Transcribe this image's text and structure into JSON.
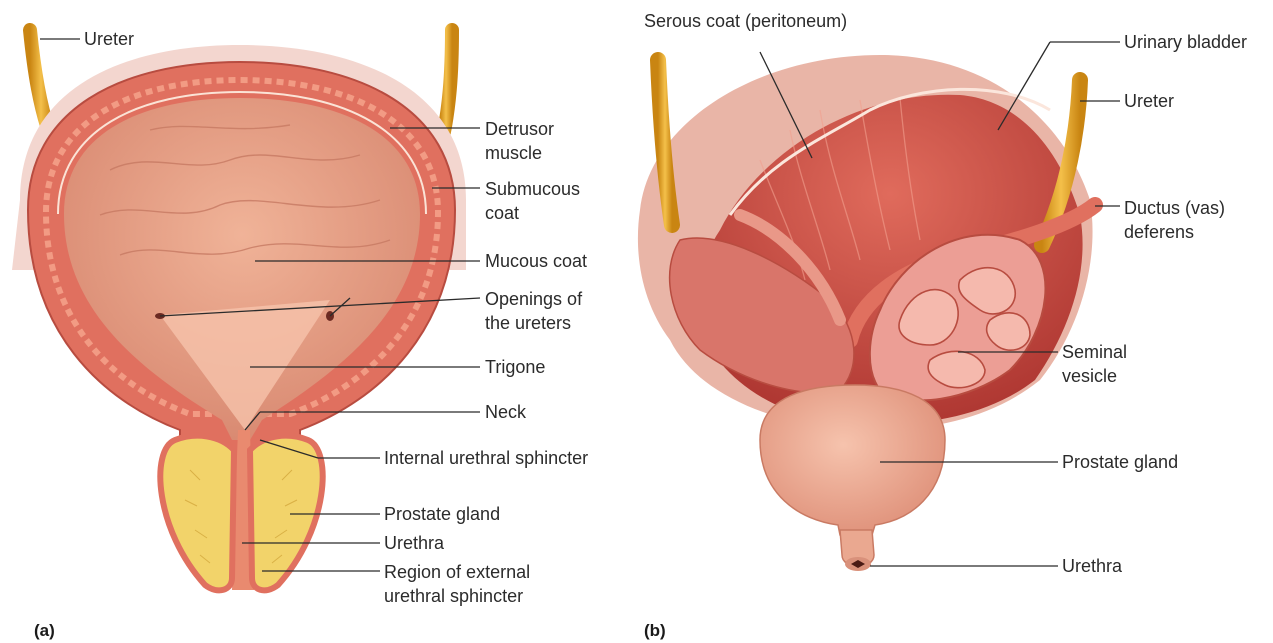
{
  "panel_a": {
    "tag": "(a)",
    "labels": {
      "ureter": "Ureter",
      "detrusor_1": "Detrusor",
      "detrusor_2": "muscle",
      "submucous_1": "Submucous",
      "submucous_2": "coat",
      "mucous": "Mucous coat",
      "openings_1": "Openings of",
      "openings_2": "the ureters",
      "trigone": "Trigone",
      "neck": "Neck",
      "internal_sphincter": "Internal urethral sphincter",
      "prostate": "Prostate gland",
      "urethra": "Urethra",
      "external_1": "Region of external",
      "external_2": "urethral sphincter"
    }
  },
  "panel_b": {
    "tag": "(b)",
    "labels": {
      "serous": "Serous coat (peritoneum)",
      "bladder": "Urinary bladder",
      "ureter": "Ureter",
      "ductus_1": "Ductus (vas)",
      "ductus_2": "deferens",
      "seminal_1": "Seminal",
      "seminal_2": "vesicle",
      "prostate": "Prostate gland",
      "urethra": "Urethra"
    }
  },
  "colors": {
    "ureter": "#e8a92a",
    "wall": "#e0705f",
    "lumen": "#eaa58a",
    "prostate_a": "#f2d36a",
    "muscle": "#c9443c",
    "prostate_b": "#eaa890"
  }
}
